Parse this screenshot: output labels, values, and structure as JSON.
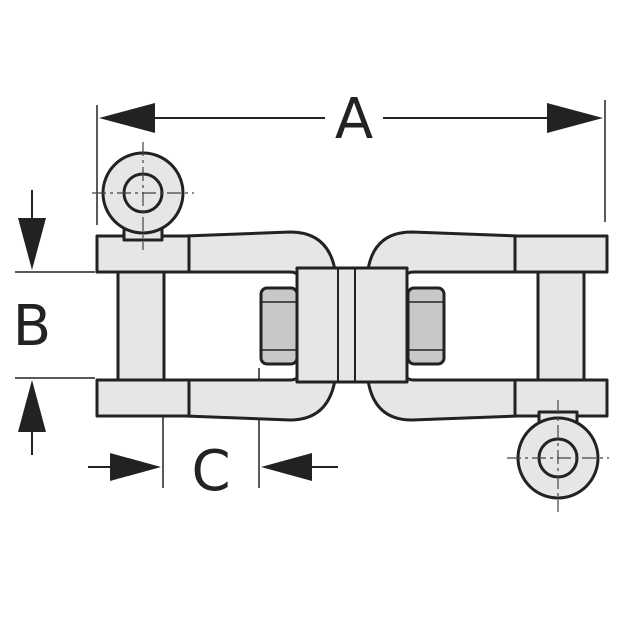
{
  "diagram": {
    "labels": {
      "a": "A",
      "b": "B",
      "c": "C"
    },
    "colors": {
      "stroke": "#222222",
      "fill_light": "#e6e6e6",
      "fill_dark": "#c8c8c8",
      "background": "#ffffff"
    }
  }
}
